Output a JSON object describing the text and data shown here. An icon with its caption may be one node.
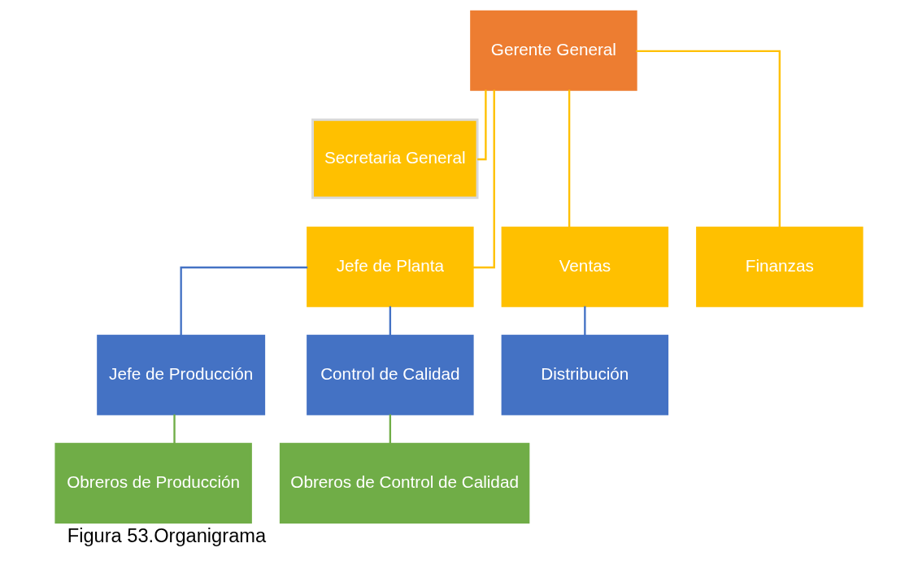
{
  "diagram": {
    "caption": "Figura 53.Organigrama",
    "nodes": [
      {
        "text": [
          "Gerente General"
        ]
      },
      {
        "text": [
          "Secretaria General"
        ]
      },
      {
        "text": [
          "Jefe de Planta"
        ]
      },
      {
        "text": [
          "Ventas"
        ]
      },
      {
        "text": [
          "Finanzas"
        ]
      },
      {
        "text": [
          "Jefe de Producción"
        ]
      },
      {
        "text": [
          "Control de Calidad"
        ]
      },
      {
        "text": [
          "Distribución"
        ]
      },
      {
        "text": [
          "Obreros de Producción"
        ]
      },
      {
        "text": [
          "Obreros de Control de Calidad"
        ]
      }
    ],
    "edges": [
      {
        "from": 0,
        "to": 1,
        "arrow": "none"
      },
      {
        "from": 0,
        "to": 2,
        "arrow": "none"
      },
      {
        "from": 0,
        "to": 3,
        "arrow": "none"
      },
      {
        "from": 0,
        "to": 4,
        "arrow": "none"
      },
      {
        "from": 2,
        "to": 5,
        "arrow": "none",
        "color": "#4472c4"
      },
      {
        "from": 2,
        "to": 6,
        "arrow": "none",
        "color": "#4472c4"
      },
      {
        "from": 3,
        "to": 7,
        "arrow": "none",
        "color": "#4472c4"
      },
      {
        "from": 5,
        "to": 8,
        "arrow": "none",
        "color": "#70ad47"
      },
      {
        "from": 6,
        "to": 9,
        "arrow": "none",
        "color": "#70ad47"
      }
    ]
  }
}
